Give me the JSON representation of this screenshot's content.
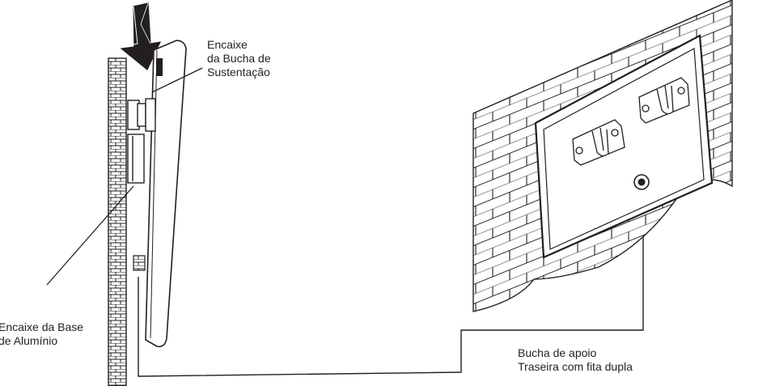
{
  "labels": {
    "bucha_sustentacao": [
      "Encaixe",
      "da Bucha de",
      "Sustentação"
    ],
    "base_aluminio": [
      "Encaixe da Base",
      "de Alumínio"
    ],
    "bucha_apoio": [
      "Bucha de apoio",
      "Traseira com fita dupla"
    ]
  },
  "colors": {
    "line": "#231f20",
    "background": "#ffffff"
  }
}
